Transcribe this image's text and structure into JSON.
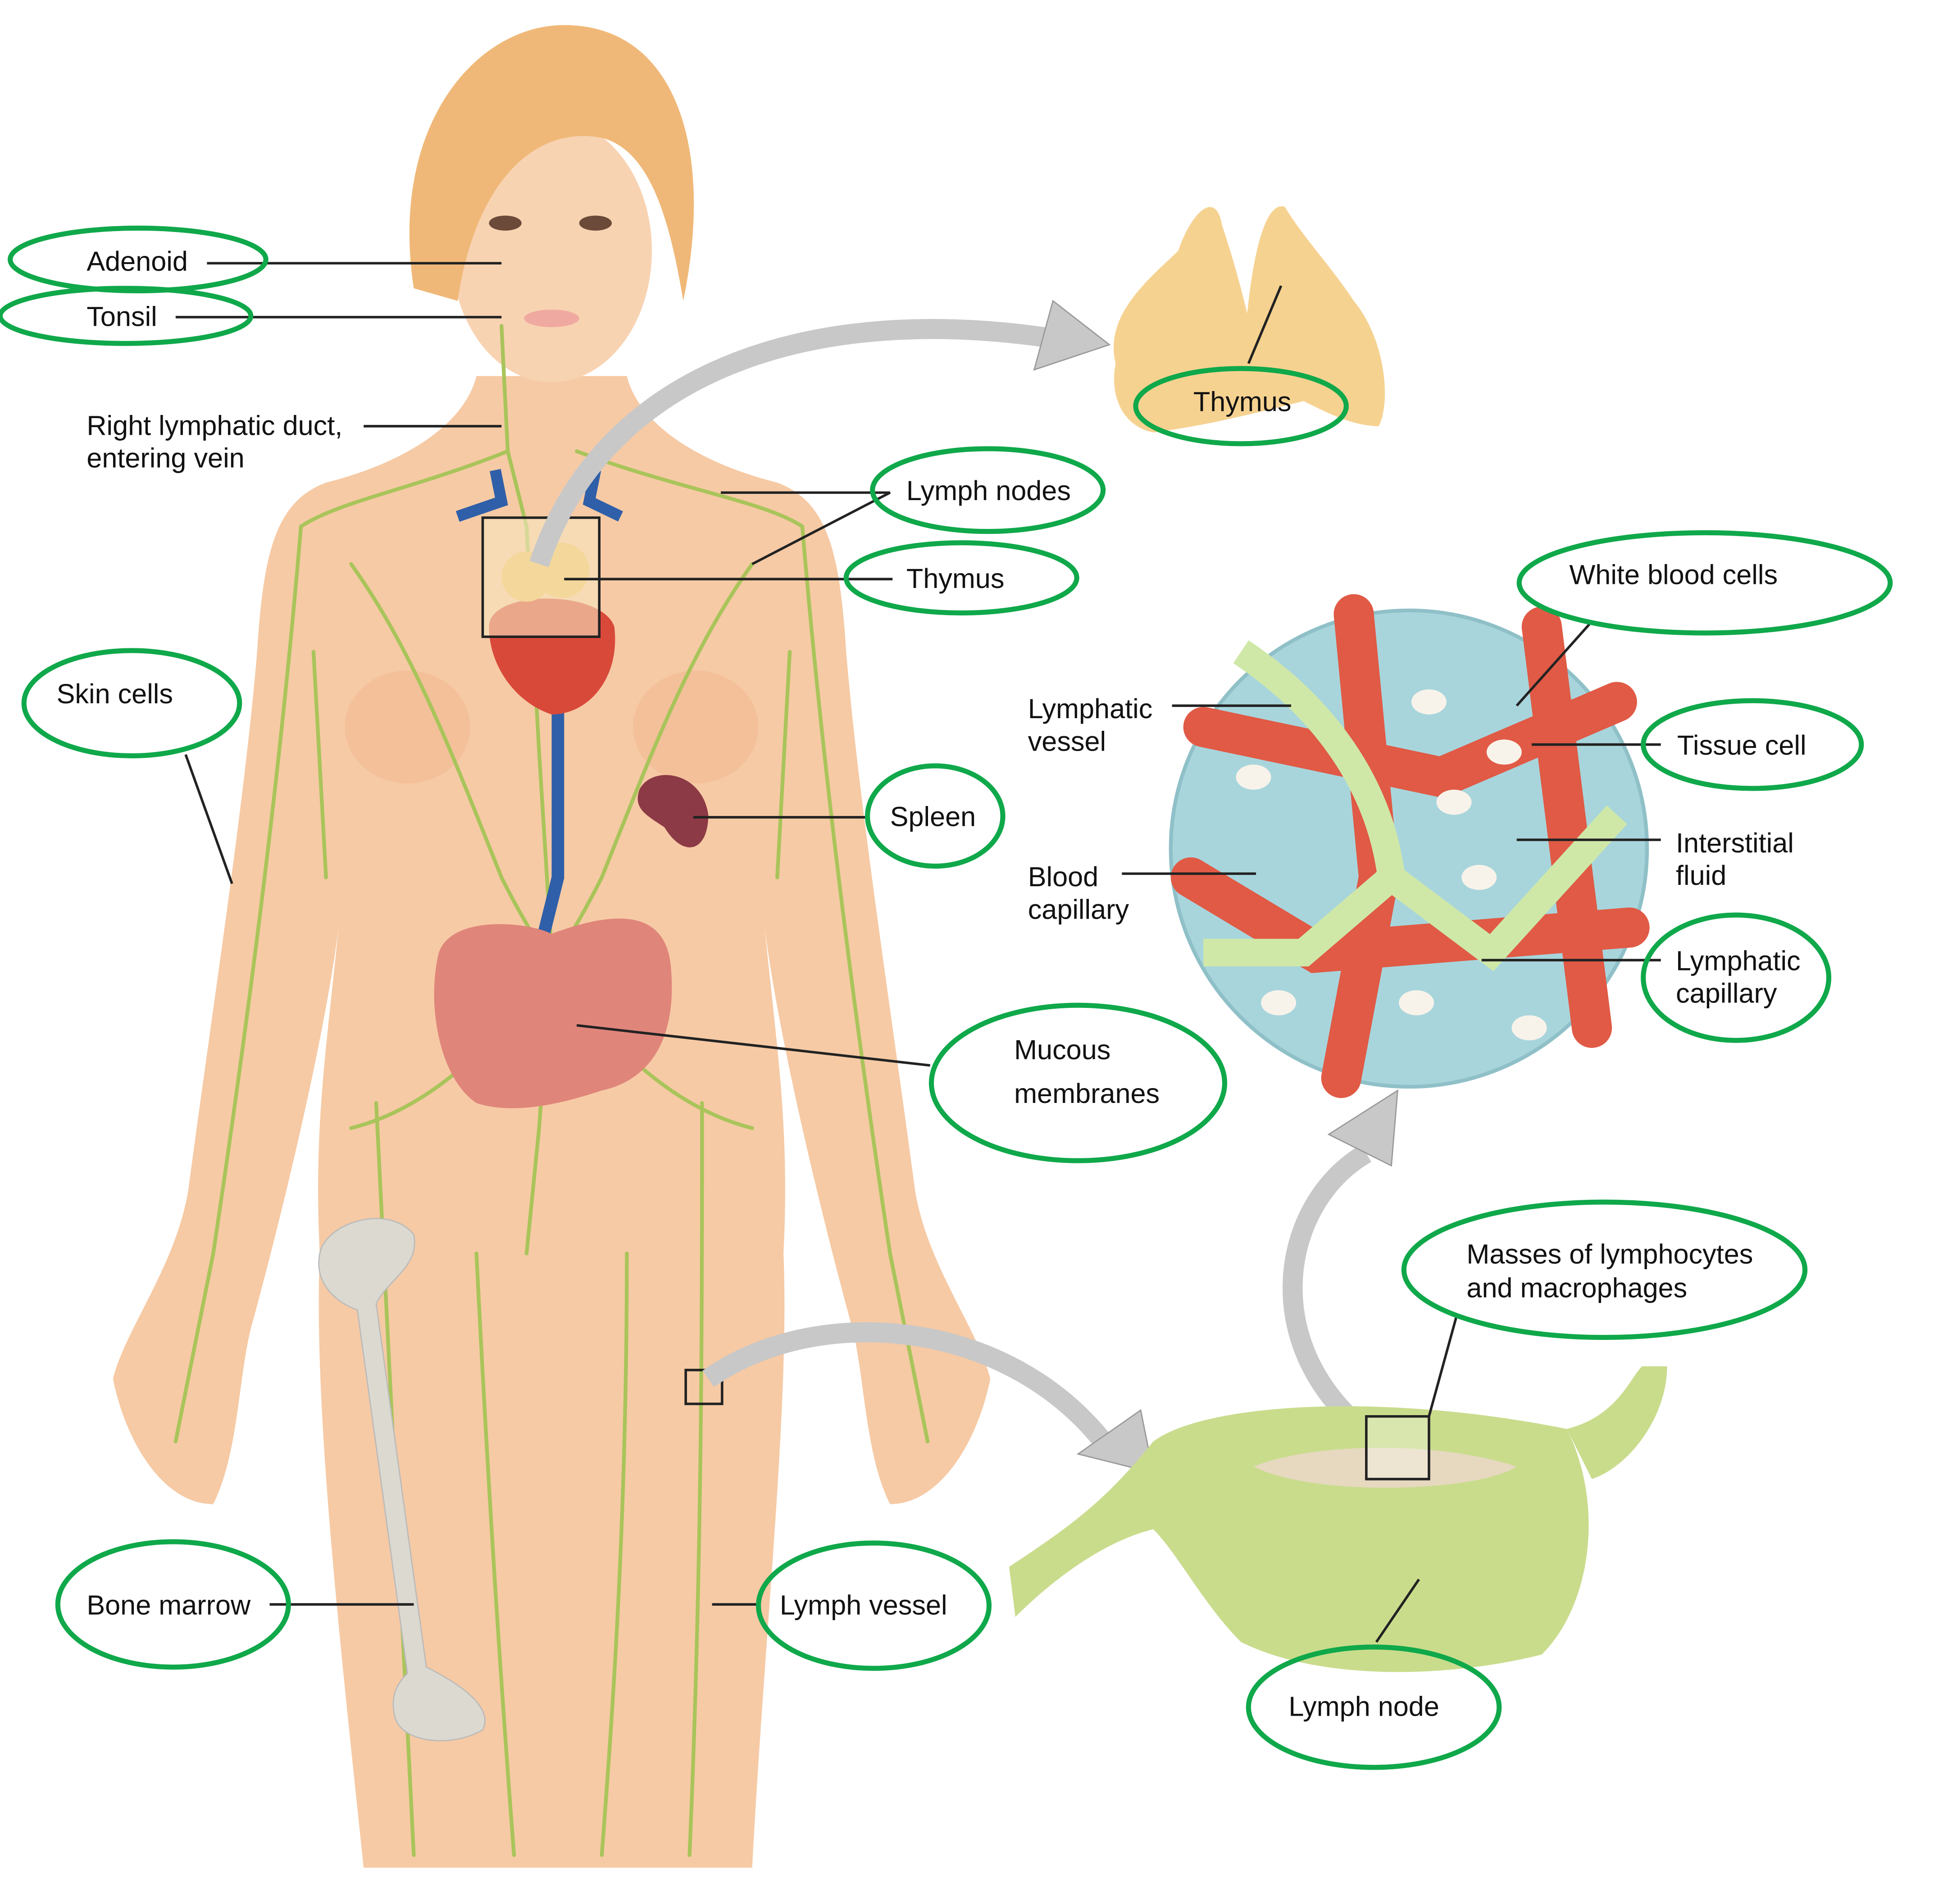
{
  "labels": {
    "adenoid": "Adenoid",
    "tonsil": "Tonsil",
    "right_duct_line1": "Right lymphatic duct,",
    "right_duct_line2": "entering vein",
    "thymus_detail": "Thymus",
    "lymph_nodes": "Lymph nodes",
    "thymus": "Thymus",
    "skin_cells": "Skin cells",
    "spleen": "Spleen",
    "mucous_line1": "Mucous",
    "mucous_line2": "membranes",
    "white_blood_cells": "White blood cells",
    "tissue_cell": "Tissue cell",
    "lymphatic_vessel_line1": "Lymphatic",
    "lymphatic_vessel_line2": "vessel",
    "interstitial_line1": "Interstitial",
    "interstitial_line2": "fluid",
    "blood_capillary_line1": "Blood",
    "blood_capillary_line2": "capillary",
    "lymphatic_capillary_line1": "Lymphatic",
    "lymphatic_capillary_line2": "capillary",
    "masses_line1": "Masses of lymphocytes",
    "masses_line2": "and macrophages",
    "bone_marrow": "Bone marrow",
    "lymph_vessel": "Lymph vessel",
    "lymph_node": "Lymph node"
  },
  "colors": {
    "oval_stroke": "#0fa84a",
    "skin": "#f6caa5",
    "lymph": "#a9c45a",
    "blood": "#e05a45",
    "fluid": "#a8d5dc"
  }
}
